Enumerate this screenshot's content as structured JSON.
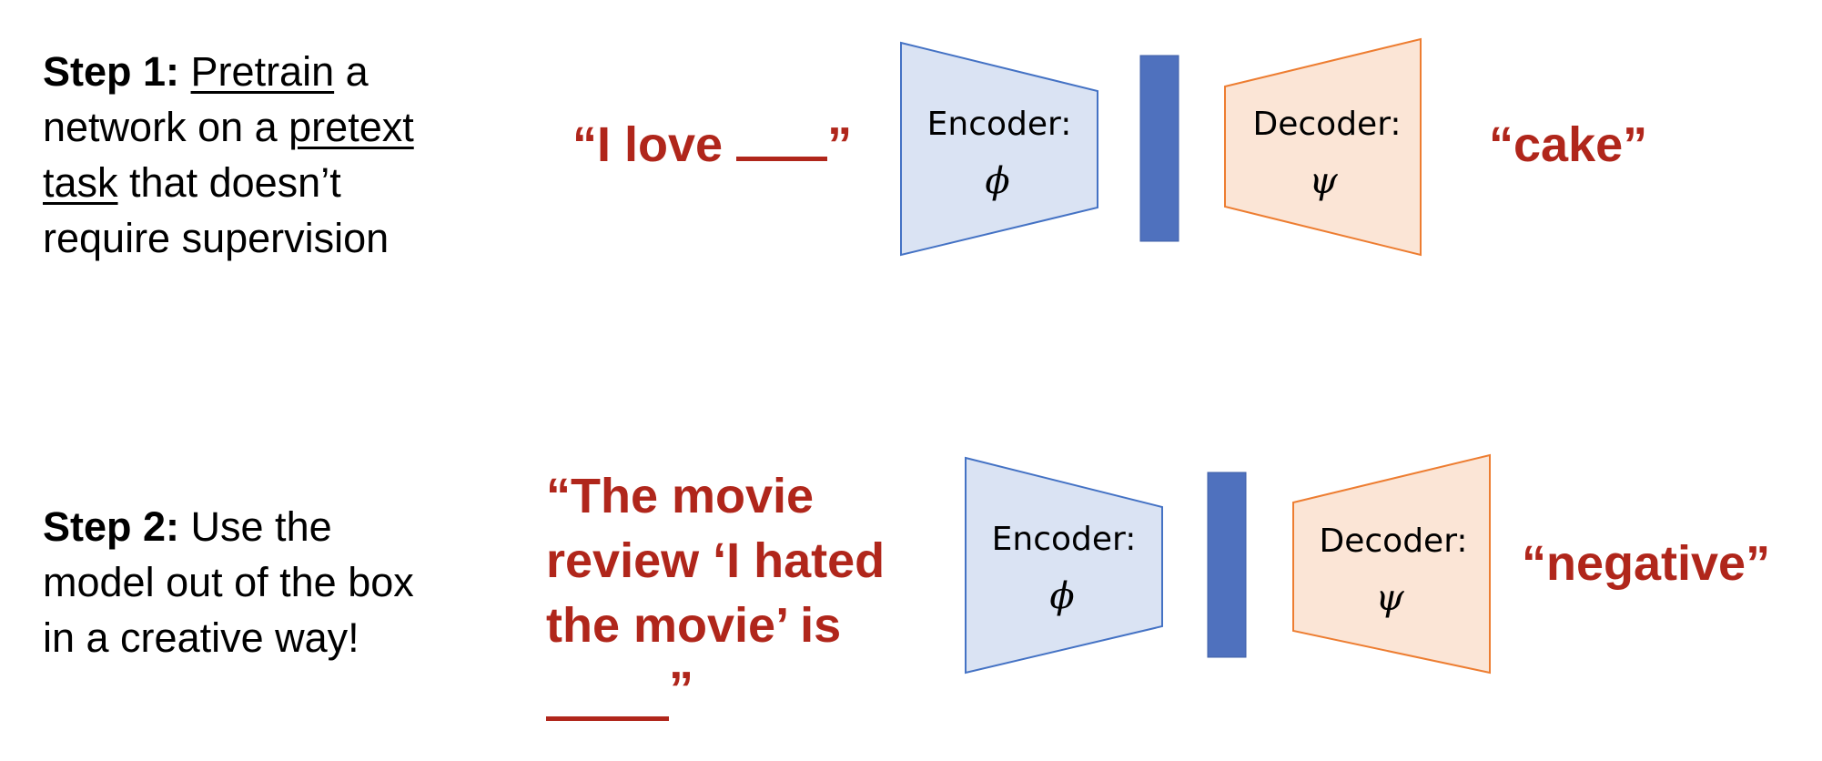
{
  "step1": {
    "label": "Step 1:",
    "pretrain": "Pretrain",
    "a": " a",
    "network_on_a": "network on a ",
    "pretext": "pretext",
    "task": "task",
    "rest1": " that doesn’t",
    "rest2": "require supervision",
    "input": "“I love ",
    "input_close": "”",
    "output": "“cake”"
  },
  "step2": {
    "label": "Step 2:",
    "line1": " Use the",
    "line2": "model out of the box",
    "line3": "in a creative way!",
    "input_lines": [
      "“The movie",
      "review ‘I hated",
      "the movie’ is"
    ],
    "input_close": "”",
    "output": "“negative”"
  },
  "diagram": {
    "encoder_label": "Encoder:",
    "encoder_symbol": "ϕ",
    "decoder_label": "Decoder:",
    "decoder_symbol": "ψ",
    "colors": {
      "encoder_fill": "#dae3f3",
      "encoder_stroke": "#4472c4",
      "bottleneck": "#4f71be",
      "decoder_fill": "#fbe5d6",
      "decoder_stroke": "#ed7d31",
      "text_red": "#b0261b"
    }
  }
}
